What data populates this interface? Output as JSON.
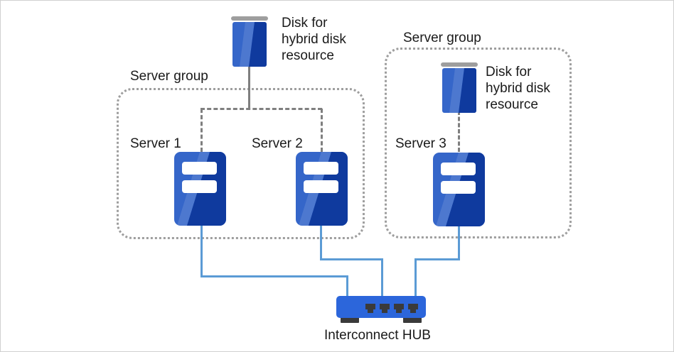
{
  "title": "Hybrid disk cluster diagram",
  "colors": {
    "icon_blue_light": "#3566C9",
    "icon_blue_dark": "#0F3A9E",
    "hub_blue": "#2C66DB",
    "port_dark": "#3A3A3A",
    "connection_blue": "#5B9BD5",
    "connector_gray": "#7F7F7F",
    "group_border_gray": "#9E9E9E",
    "disk_cap_gray": "#9E9E9E",
    "text": "#1A1A1A",
    "frame_border": "#D0D0D0"
  },
  "groups": [
    {
      "label": "Server group"
    },
    {
      "label": "Server group"
    }
  ],
  "servers": [
    {
      "label": "Server 1"
    },
    {
      "label": "Server 2"
    },
    {
      "label": "Server 3"
    }
  ],
  "disks": [
    {
      "label": "Disk for\nhybrid disk\nresource"
    },
    {
      "label": "Disk for\nhybrid disk\nresource"
    }
  ],
  "hub": {
    "label": "Interconnect HUB"
  },
  "icons": {
    "server": "server-icon",
    "disk": "disk-icon",
    "hub": "hub-icon"
  }
}
